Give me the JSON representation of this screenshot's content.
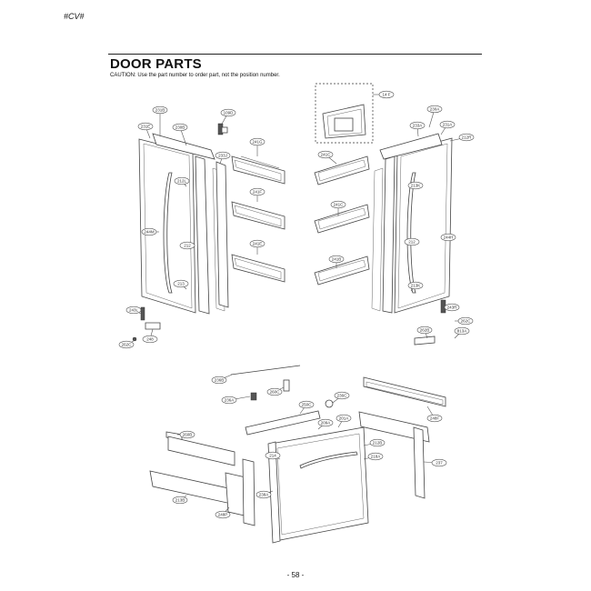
{
  "header": {
    "mark": "#CV#"
  },
  "page": {
    "title": "DOOR PARTS",
    "caution": "CAUTION: Use the part number to order part, not the position number.",
    "page_number": "- 58 -"
  },
  "callouts": {
    "c_231B": "231B",
    "c_231E": "231E",
    "c_230B": "230B",
    "c_109D": "109D",
    "c_241G": "241G",
    "c_233J": "233J",
    "c_212L": "212L",
    "c_241F": "241F",
    "c_244M": "244M",
    "c_212_l": "212",
    "c_241E": "241E",
    "c_213": "213",
    "c_243L": "243L",
    "c_248": "248",
    "c_262C_l": "262C",
    "c_14F": "14 F",
    "c_230A": "230A",
    "c_233A": "233A",
    "c_231A": "231A",
    "c_212R": "212R",
    "c_241C": "241C",
    "c_213K": "213K",
    "c_241C2": "241C",
    "c_212_r": "212",
    "c_244H": "244H",
    "c_241B": "241B",
    "c_213K2": "213K",
    "c_243R": "243R",
    "c_262C_r": "262C",
    "c_262B": "262B",
    "c_813A": "813A",
    "c_236B": "236B",
    "c_236A": "236A",
    "c_260C": "260C",
    "c_250C": "250C",
    "c_236C": "236C",
    "c_248F": "248F",
    "c_260B": "260B",
    "c_209A": "209A",
    "c_201A": "201A",
    "c_212B": "212B",
    "c_214": "214",
    "c_218A": "218A",
    "c_237": "237",
    "c_238A": "238A",
    "c_213B": "213B",
    "c_248P": "248P"
  }
}
